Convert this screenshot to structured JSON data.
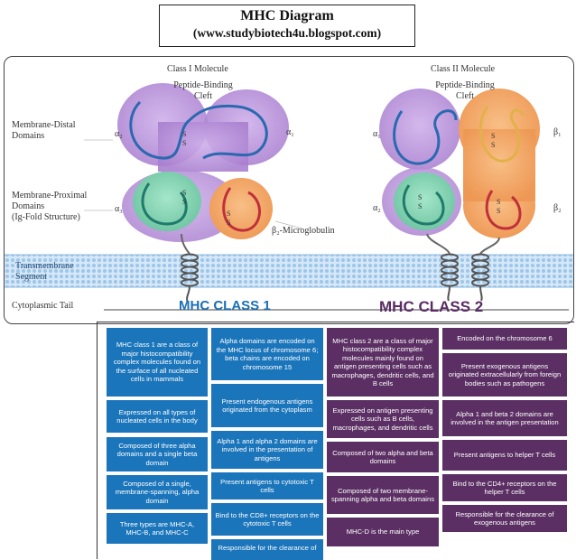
{
  "title": {
    "line1": "MHC Diagram",
    "line2": "(www.studybiotech4u.blogspot.com)"
  },
  "diagram": {
    "class1_molecule": "Class I Molecule",
    "class2_molecule": "Class II Molecule",
    "cleft1": [
      "Peptide-Binding",
      "Cleft"
    ],
    "cleft2": [
      "Peptide-Binding",
      "Cleft"
    ],
    "membrane_distal": [
      "Membrane-Distal",
      "Domains"
    ],
    "membrane_proximal": [
      "Membrane-Proximal",
      "Domains",
      "(Ig-Fold Structure)"
    ],
    "transmembrane": [
      "Transmembrane",
      "Segment"
    ],
    "cytoplasmic": "Cytoplasmic Tail",
    "b2m": "β₂-Microglobulin",
    "domains": {
      "c1_a2": "α₂",
      "c1_a1": "α₁",
      "c1_a3": "α₃",
      "c2_a1": "α₁",
      "c2_b1": "β₁",
      "c2_a2": "α₂",
      "c2_b2": "β₂"
    },
    "disulfide": "S"
  },
  "class1_title": "MHC CLASS 1",
  "class2_title": "MHC CLASS 2",
  "class1_left": [
    "MHC class 1 are a class of major histocompatibility complex molecules found on the surface of all nucleated cells in mammals",
    "Expressed on all types of nucleated cells in the body",
    "Composed of three alpha domains and a single beta domain",
    "Composed of a single, membrane-spanning, alpha domain",
    "Three types are MHC-A, MHC-B, and MHC-C"
  ],
  "class1_right": [
    "Alpha domains are encoded on the MHC locus of chromosome 6; beta chains are encoded on chromosome 15",
    "Present endogenous antigens originated from the cytoplasm",
    "Alpha 1 and alpha 2 domains are involved in the presentation of antigens",
    "Present antigens to cytotoxic T cells",
    "Bind to the CD8+ receptors on the cytotoxic T cells",
    "Responsible for the clearance of"
  ],
  "class2_left": [
    "MHC class 2 are a class of major histocompatibility complex molecules mainly found on antigen presenting cells such as macrophages, dendritic cells, and B cells",
    "Expressed on antigen presenting cells such as B cells, macrophages, and dendritic cells",
    "Composed of two alpha and beta domains",
    "Composed of two membrane-spanning alpha and beta domains",
    "MHC-D is the main type"
  ],
  "class2_right": [
    "Encoded on the chromosome 6",
    "Present exogenous antigens originated extracellularly from foreign bodies such as pathogens",
    "Alpha 1 and beta 2 domains are involved in the antigen presentation",
    "Present antigens to helper T cells",
    "Bind to the CD4+ receptors on the helper T cells",
    "Responsible for the clearance of exogenous antigens"
  ],
  "colors": {
    "blue_card": "#1b75bb",
    "purple_card": "#5b2f63",
    "class1_title": "#1b6fb5",
    "class2_title": "#5a2b64",
    "alpha_domain": "#b98fd8",
    "alpha_proximal": "#7fd0b0",
    "beta_domain": "#f2a45e",
    "membrane": "#bcd9f0"
  }
}
